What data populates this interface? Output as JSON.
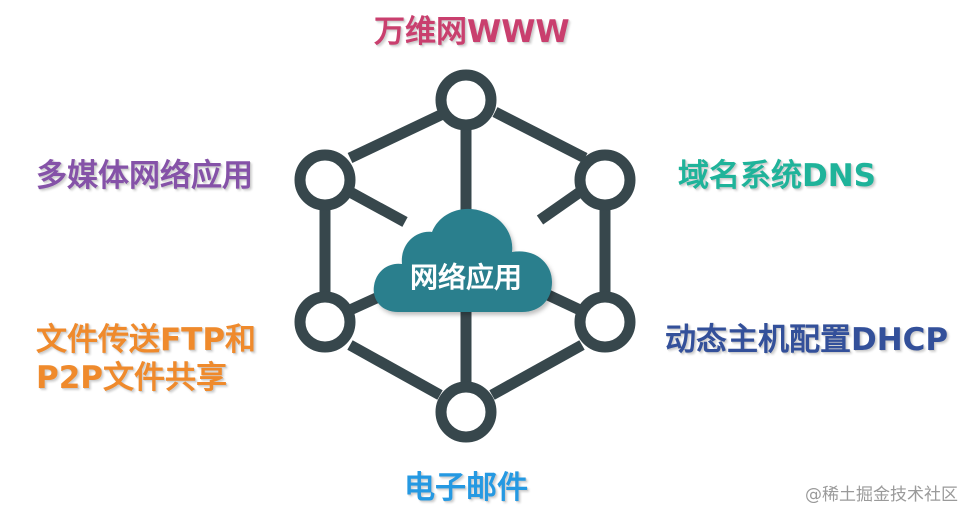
{
  "labels": {
    "top": "万维网WWW",
    "upper_left": "多媒体网络应用",
    "upper_right": "域名系统DNS",
    "lower_left_line1": "文件传送FTP和",
    "lower_left_line2": "P2P文件共享",
    "lower_right": "动态主机配置DHCP",
    "bottom": "电子邮件"
  },
  "center": {
    "label": "网络应用"
  },
  "watermark": "@稀土掘金技术社区",
  "colors": {
    "top": "#c93f6e",
    "upper_left": "#8552a8",
    "upper_right": "#1fb39a",
    "lower_left": "#ef8a2c",
    "lower_right": "#33509a",
    "bottom": "#2599e2",
    "network": "#37474c",
    "cloud": "#2b7f8d"
  }
}
